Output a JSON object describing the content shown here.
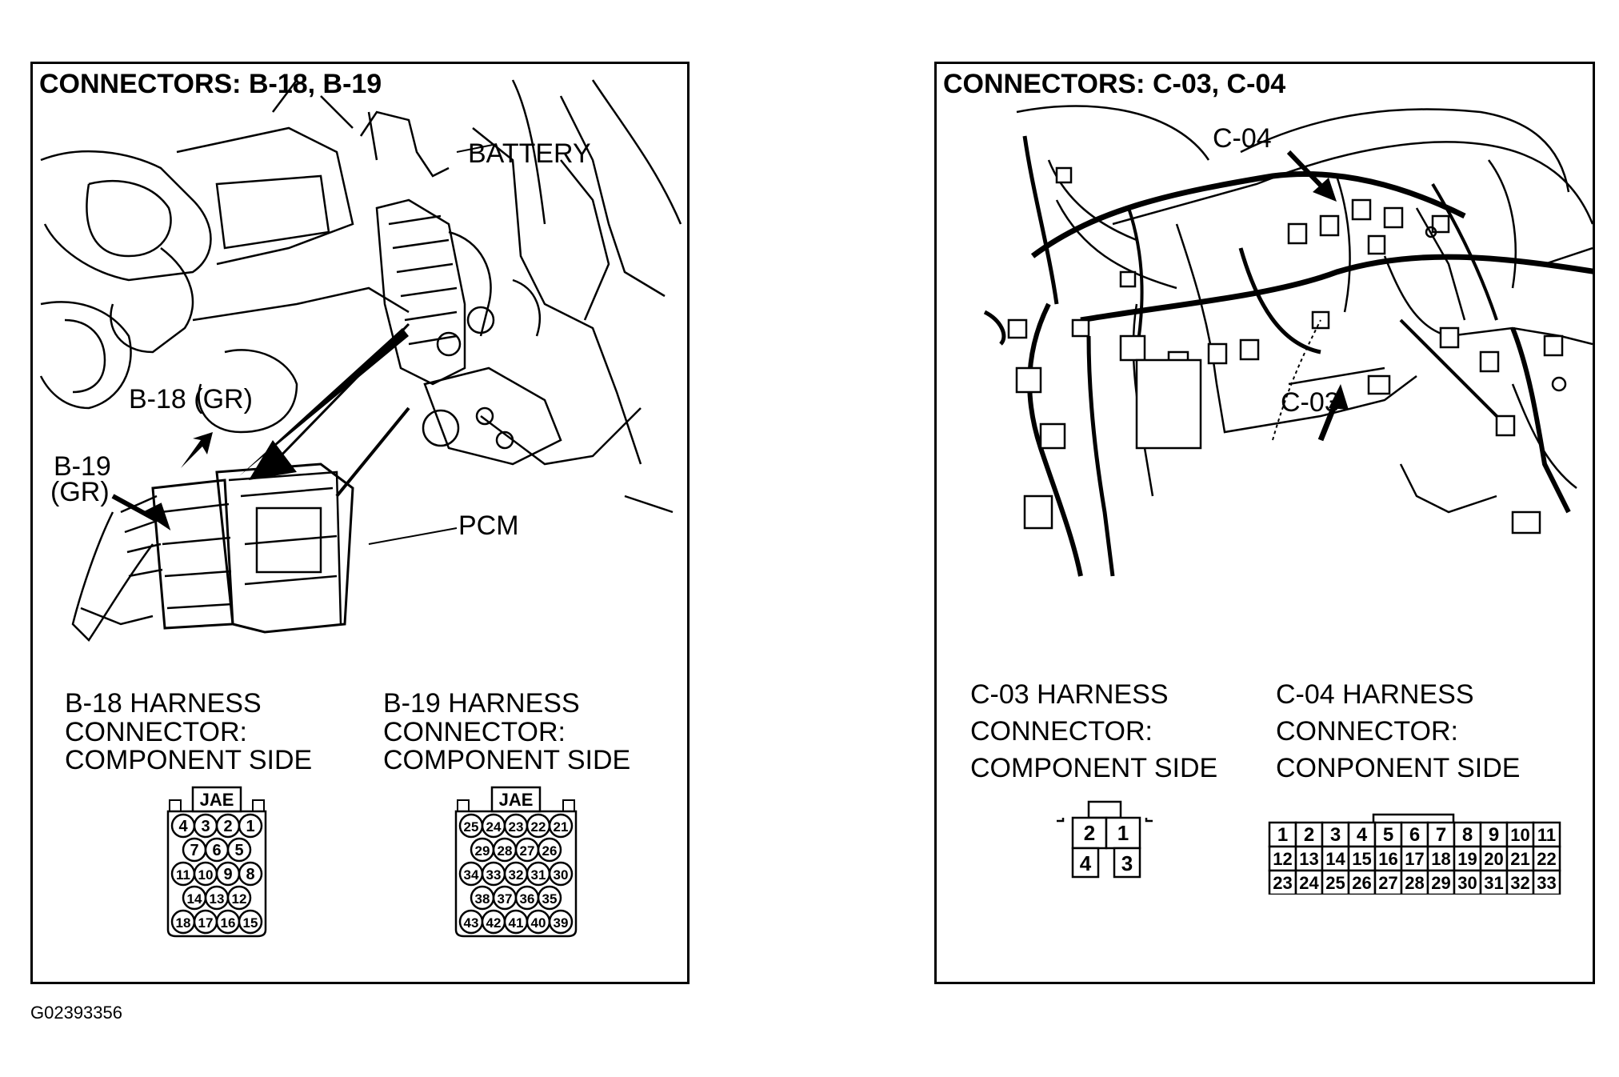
{
  "left_panel": {
    "title": "CONNECTORS: B-18, B-19",
    "labels": {
      "battery": "BATTERY",
      "b18": "B-18 (GR)",
      "b19_line1": "B-19",
      "b19_line2": "(GR)",
      "pcm": "PCM"
    },
    "b18_header": [
      "B-18 HARNESS",
      "CONNECTOR:",
      "COMPONENT SIDE"
    ],
    "b19_header": [
      "B-19 HARNESS",
      "CONNECTOR:",
      "COMPONENT SIDE"
    ],
    "b18_connector": {
      "badge": "JAE",
      "rows": [
        [
          "4",
          "3",
          "2",
          "1"
        ],
        [
          "7",
          "6",
          "5"
        ],
        [
          "11",
          "10",
          "9",
          "8"
        ],
        [
          "14",
          "13",
          "12"
        ],
        [
          "18",
          "17",
          "16",
          "15"
        ]
      ]
    },
    "b19_connector": {
      "badge": "JAE",
      "rows": [
        [
          "25",
          "24",
          "23",
          "22",
          "21"
        ],
        [
          "29",
          "28",
          "27",
          "26"
        ],
        [
          "34",
          "33",
          "32",
          "31",
          "30"
        ],
        [
          "38",
          "37",
          "36",
          "35"
        ],
        [
          "43",
          "42",
          "41",
          "40",
          "39"
        ]
      ]
    }
  },
  "right_panel": {
    "title": "CONNECTORS: C-03, C-04",
    "labels": {
      "c04": "C-04",
      "c03": "C-03"
    },
    "c03_header": [
      "C-03 HARNESS",
      "CONNECTOR:",
      "COMPONENT SIDE"
    ],
    "c04_header": [
      "C-04 HARNESS",
      "CONNECTOR:",
      "CONPONENT SIDE"
    ],
    "c03_connector": {
      "rows": [
        [
          "2",
          "1"
        ],
        [
          "4",
          "",
          "3"
        ]
      ]
    },
    "c04_connector": {
      "rows": [
        [
          "1",
          "2",
          "3",
          "4",
          "5",
          "6",
          "7",
          "8",
          "9",
          "10",
          "11"
        ],
        [
          "12",
          "13",
          "14",
          "15",
          "16",
          "17",
          "18",
          "19",
          "20",
          "21",
          "22"
        ],
        [
          "23",
          "24",
          "25",
          "26",
          "27",
          "28",
          "29",
          "30",
          "31",
          "32",
          "33"
        ]
      ]
    }
  },
  "footer_id": "G02393356"
}
